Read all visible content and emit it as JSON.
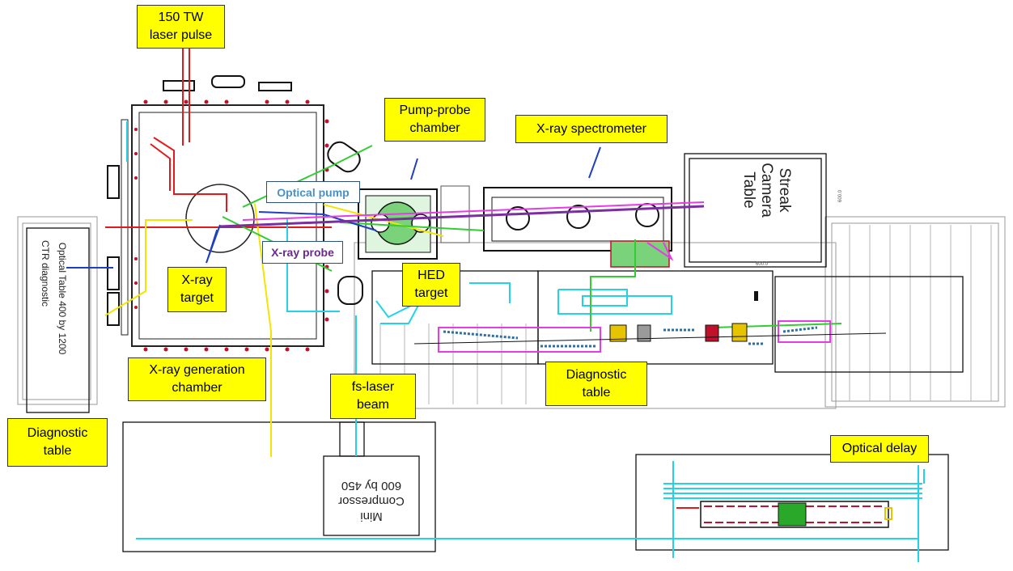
{
  "labels": {
    "laser_pulse": "150 TW\nlaser pulse",
    "pump_probe_chamber": "Pump-probe\nchamber",
    "xray_spectrometer": "X-ray spectrometer",
    "streak_camera_table": "Streak\nCamera\nTable",
    "optical_pump": "Optical pump",
    "xray_probe": "X-ray probe",
    "xray_target": "X-ray\ntarget",
    "hed_target": "HED\ntarget",
    "optical_table": "Optical Table 400 by 1200",
    "ctr_diagnostic": "CTR diagnostic",
    "xray_generation_chamber": "X-ray generation\nchamber",
    "fs_laser_beam": "fs-laser\nbeam",
    "diagnostic_table_center": "Diagnostic\ntable",
    "diagnostic_table_left": "Diagnostic\ntable",
    "mini_compressor": "Mini\nCompressor\n600 by 450",
    "optical_delay": "Optical delay"
  },
  "colors": {
    "callout_fill": "#ffff00",
    "beam_red": "#e31a1c",
    "beam_cyan": "#22d3e6",
    "beam_green": "#33cc33",
    "beam_yellow": "#f2e600",
    "beam_blue": "#1f3fbf",
    "beam_purple": "#7a2ea0",
    "beam_magenta": "#e63ce6",
    "optical_pump_text": "#4a90c8",
    "xray_probe_text": "#6a2a8a"
  }
}
